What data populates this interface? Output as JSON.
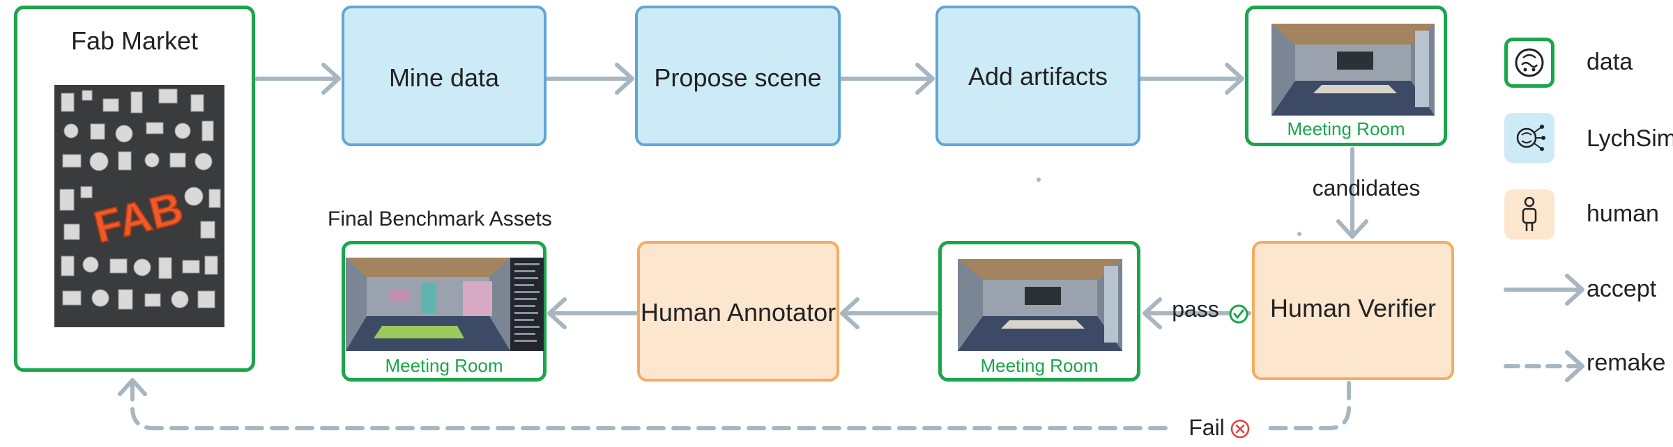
{
  "nodes": {
    "fab_market": "Fab Market",
    "mine_data": "Mine data",
    "propose_scene": "Propose scene",
    "add_artifacts": "Add artifacts",
    "human_verifier": "Human Verifier",
    "human_annotator": "Human Annotator",
    "final_assets_title": "Final Benchmark Assets",
    "fab_logo_text": "FAB"
  },
  "captions": {
    "meeting_room_top": "Meeting Room",
    "meeting_room_mid": "Meeting Room",
    "meeting_room_final": "Meeting Room"
  },
  "edges": {
    "candidates": "candidates",
    "pass": "pass",
    "fail": "Fail"
  },
  "legend": {
    "data": "data",
    "lychsim": "LychSim",
    "human": "human",
    "accept": "accept",
    "remake": "remake"
  },
  "colors": {
    "data_border": "#1aa64a",
    "lychsim_fill": "#cdebf6",
    "lychsim_border": "#5fa6d6",
    "human_fill": "#fde6ce",
    "human_border": "#f4ac62",
    "arrow": "#a7b6c1",
    "fail_icon": "#e0403a",
    "pass_icon": "#1aa64a"
  },
  "icons": {
    "data": "brain-circuit-icon",
    "lychsim": "neural-network-icon",
    "human": "person-icon",
    "pass": "check-circle-icon",
    "fail": "x-circle-icon"
  }
}
